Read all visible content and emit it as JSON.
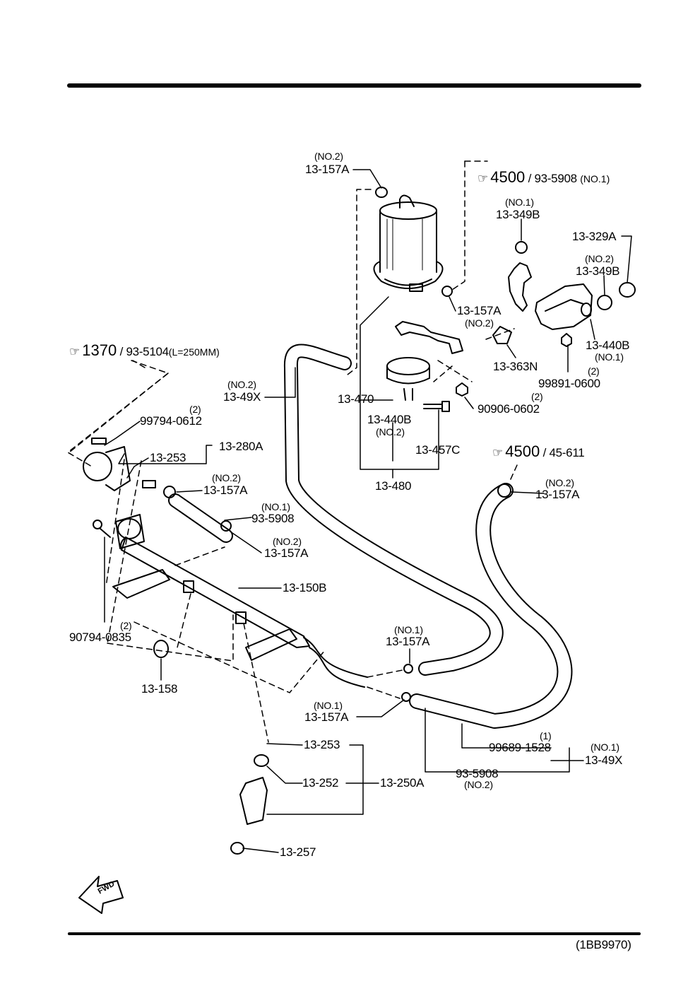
{
  "diagram_id": "(1BB9970)",
  "references": {
    "top_right": {
      "section": "4500",
      "rest": "/ 93-5908",
      "qual": "(NO.1)"
    },
    "left": {
      "section": "1370",
      "rest": "/ 93-5104",
      "qual": "(L=250MM)"
    },
    "mid_right": {
      "section": "4500",
      "rest": "/ 45-611"
    }
  },
  "pointer_glyph": "☞",
  "fwd_label": "FWD",
  "labels": {
    "clamp_top_qual": "(NO.2)",
    "clamp_top": "13-157A",
    "p349b_1_qual": "(NO.1)",
    "p349b_1": "13-349B",
    "p329a": "13-329A",
    "p349b_2_qual": "(NO.2)",
    "p349b_2": "13-349B",
    "clamp_mid": "13-157A",
    "clamp_mid_qual": "(NO.2)",
    "p440b_1": "13-440B",
    "p440b_1_qual": "(NO.1)",
    "p363n": "13-363N",
    "p99891_qty": "(2)",
    "p99891": "99891-0600",
    "hose_top_qual": "(NO.2)",
    "hose_top": "13-49X",
    "p470": "13-470",
    "p90906_qty": "(2)",
    "p90906": "90906-0602",
    "p440b_2": "13-440B",
    "p440b_2_qual": "(NO.2)",
    "p457c": "13-457C",
    "p480": "13-480",
    "p99794_qty": "(2)",
    "p99794": "99794-0612",
    "p280a": "13-280A",
    "p253_top": "13-253",
    "clamp_a_qual": "(NO.2)",
    "clamp_a": "13-157A",
    "hose_a_qual": "(NO.1)",
    "hose_a": "93-5908",
    "clamp_b_qual": "(NO.2)",
    "clamp_b": "13-157A",
    "clamp_r_qual": "(NO.2)",
    "clamp_r": "13-157A",
    "p150b": "13-150B",
    "p90794_qty": "(2)",
    "p90794": "90794-0835",
    "clamp_c_qual": "(NO.1)",
    "clamp_c": "13-157A",
    "p158": "13-158",
    "clamp_d_qual": "(NO.1)",
    "clamp_d": "13-157A",
    "p99689_qty": "(1)",
    "p99689": "99689-1528",
    "hose_main_qual": "(NO.1)",
    "hose_main": "13-49X",
    "p5908_2": "93-5908",
    "p5908_2_qual": "(NO.2)",
    "p253_bot": "13-253",
    "p252": "13-252",
    "p250a": "13-250A",
    "p257": "13-257"
  }
}
